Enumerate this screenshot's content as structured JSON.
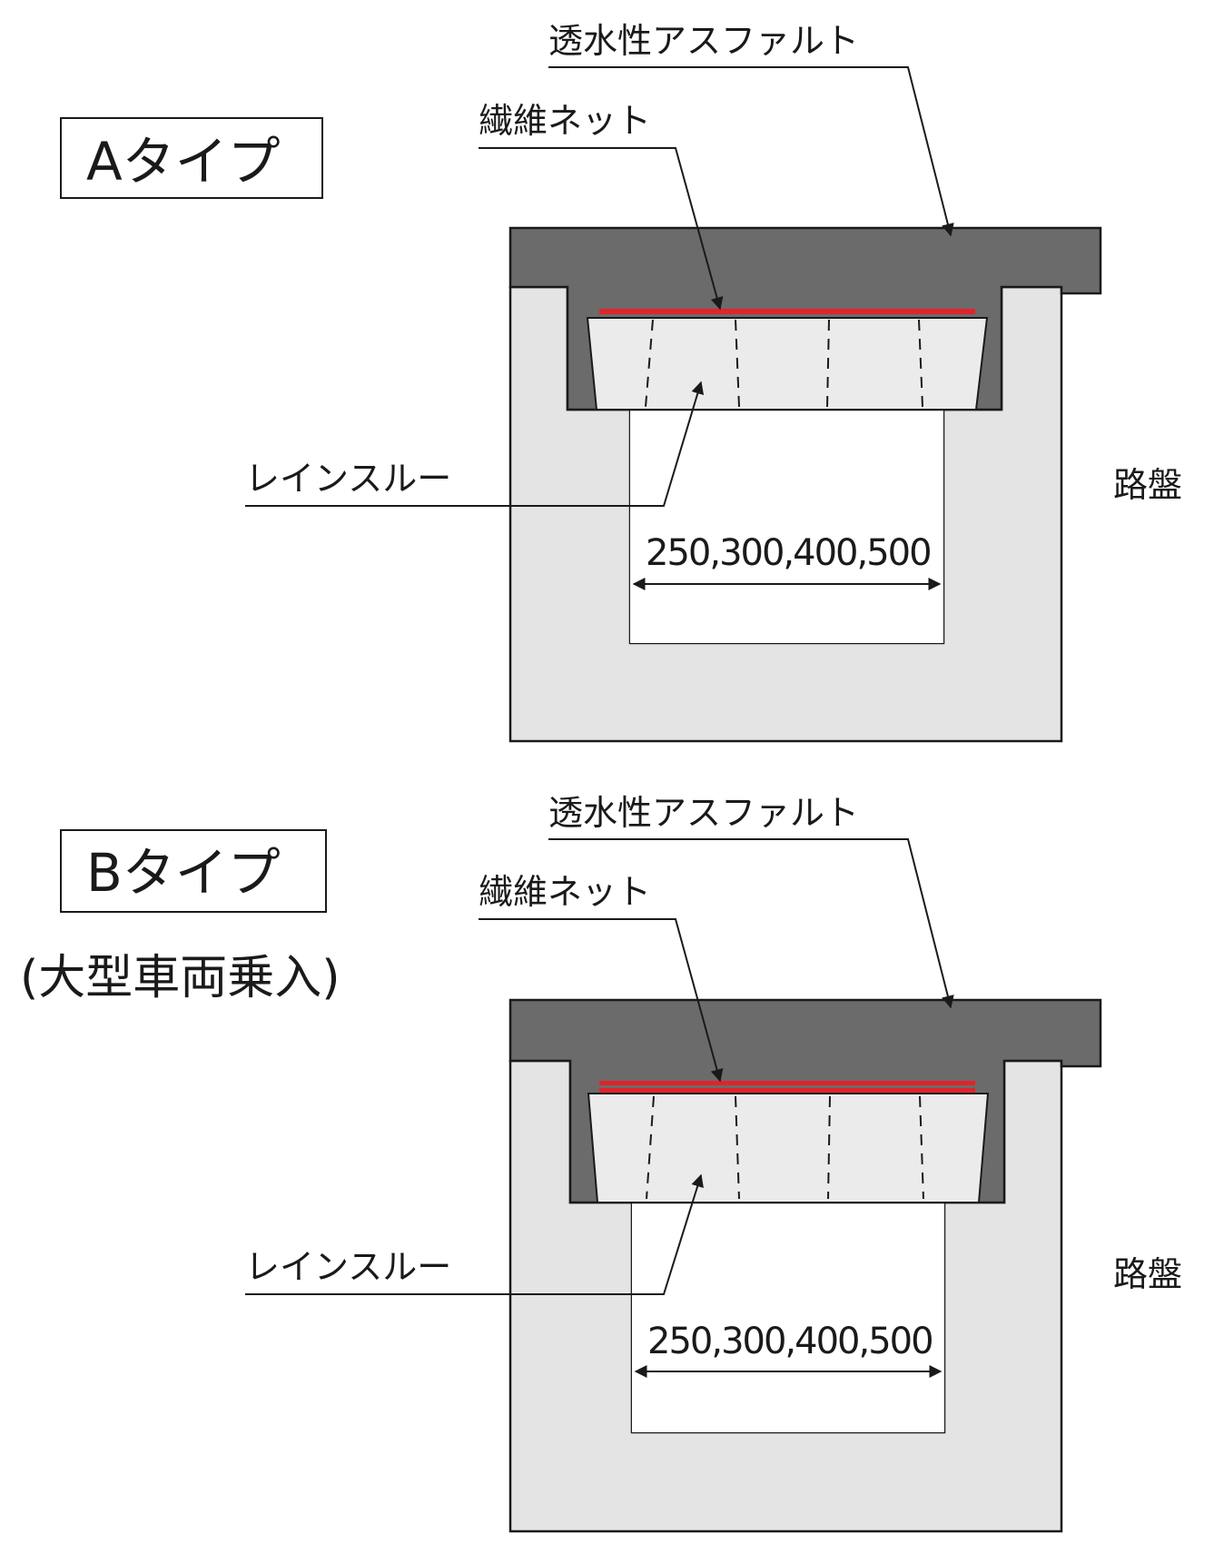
{
  "colors": {
    "asphalt": "#6b6b6b",
    "roadbed": "#e4e4e4",
    "drain_body": "#ebebeb",
    "net": "#e0242c",
    "outline": "#1a1a1a"
  },
  "panels": [
    {
      "type_label": "Aタイプ",
      "note": "",
      "asphalt_label": "透水性アスファルト",
      "net_label": "繊維ネット",
      "drain_label": "レインスルー",
      "roadbed_label": "路盤",
      "width_label": "250,300,400,500"
    },
    {
      "type_label": "Bタイプ",
      "note": "(大型車両乗入)",
      "asphalt_label": "透水性アスファルト",
      "net_label": "繊維ネット",
      "drain_label": "レインスルー",
      "roadbed_label": "路盤",
      "width_label": "250,300,400,500"
    }
  ]
}
